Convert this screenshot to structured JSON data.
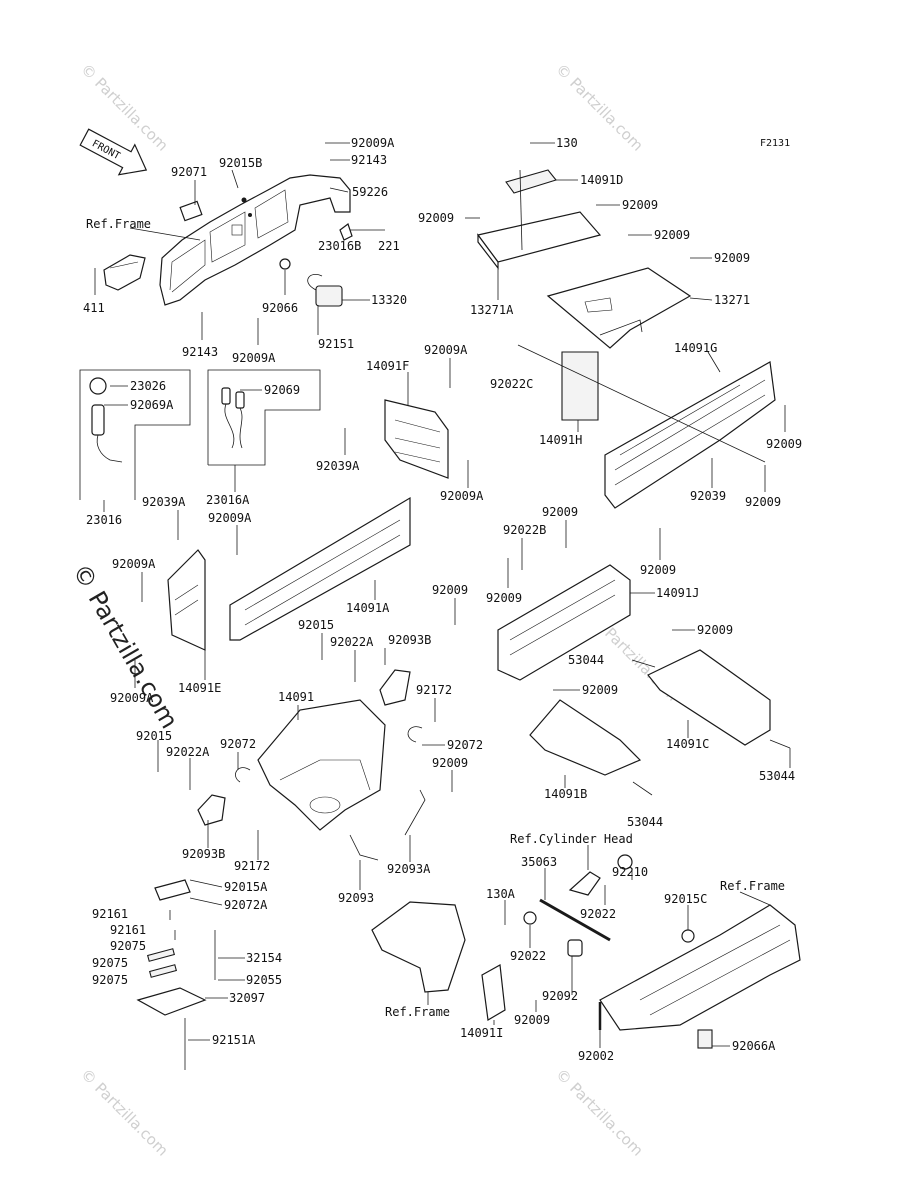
{
  "figure_code": "F2131",
  "front_label": "FRONT",
  "watermark": {
    "text": "© Partzilla.com",
    "side_text": "© Partzilla.com"
  },
  "labels": [
    {
      "id": "l01",
      "text": "92009A"
    },
    {
      "id": "l02",
      "text": "92143"
    },
    {
      "id": "l03",
      "text": "92071"
    },
    {
      "id": "l04",
      "text": "92015B"
    },
    {
      "id": "l05",
      "text": "59226"
    },
    {
      "id": "l06",
      "text": "Ref.Frame"
    },
    {
      "id": "l07",
      "text": "23016B"
    },
    {
      "id": "l08",
      "text": "221"
    },
    {
      "id": "l09",
      "text": "13320"
    },
    {
      "id": "l10",
      "text": "411"
    },
    {
      "id": "l11",
      "text": "92066"
    },
    {
      "id": "l12",
      "text": "92151"
    },
    {
      "id": "l13",
      "text": "92143"
    },
    {
      "id": "l14",
      "text": "92009A"
    },
    {
      "id": "l15",
      "text": "130"
    },
    {
      "id": "l16",
      "text": "14091D"
    },
    {
      "id": "l17",
      "text": "92009"
    },
    {
      "id": "l18",
      "text": "92009"
    },
    {
      "id": "l19",
      "text": "92009"
    },
    {
      "id": "l20",
      "text": "92009"
    },
    {
      "id": "l21",
      "text": "13271"
    },
    {
      "id": "l22",
      "text": "13271A"
    },
    {
      "id": "l23",
      "text": "23026"
    },
    {
      "id": "l24",
      "text": "92069A"
    },
    {
      "id": "l25",
      "text": "92069"
    },
    {
      "id": "l26",
      "text": "23016"
    },
    {
      "id": "l27",
      "text": "23016A"
    },
    {
      "id": "l28",
      "text": "14091F"
    },
    {
      "id": "l29",
      "text": "92009A"
    },
    {
      "id": "l30",
      "text": "92039A"
    },
    {
      "id": "l31",
      "text": "92009A"
    },
    {
      "id": "l32",
      "text": "92022C"
    },
    {
      "id": "l33",
      "text": "14091H"
    },
    {
      "id": "l34",
      "text": "14091G"
    },
    {
      "id": "l35",
      "text": "92009"
    },
    {
      "id": "l36",
      "text": "92039"
    },
    {
      "id": "l37",
      "text": "92009"
    },
    {
      "id": "l38",
      "text": "92039A"
    },
    {
      "id": "l39",
      "text": "92009A"
    },
    {
      "id": "l40",
      "text": "92009A"
    },
    {
      "id": "l41",
      "text": "14091A"
    },
    {
      "id": "l42",
      "text": "92009A"
    },
    {
      "id": "l43",
      "text": "14091E"
    },
    {
      "id": "l44",
      "text": "92009"
    },
    {
      "id": "l45",
      "text": "92022B"
    },
    {
      "id": "l46",
      "text": "92009"
    },
    {
      "id": "l47",
      "text": "92009"
    },
    {
      "id": "l48",
      "text": "14091J"
    },
    {
      "id": "l49",
      "text": "92009"
    },
    {
      "id": "l50",
      "text": "92015"
    },
    {
      "id": "l51",
      "text": "92022A"
    },
    {
      "id": "l52",
      "text": "92093B"
    },
    {
      "id": "l53",
      "text": "92172"
    },
    {
      "id": "l54",
      "text": "53044"
    },
    {
      "id": "l55",
      "text": "92009"
    },
    {
      "id": "l56",
      "text": "14091"
    },
    {
      "id": "l57",
      "text": "92072"
    },
    {
      "id": "l58",
      "text": "92009"
    },
    {
      "id": "l59",
      "text": "92015"
    },
    {
      "id": "l60",
      "text": "92022A"
    },
    {
      "id": "l61",
      "text": "92072"
    },
    {
      "id": "l62",
      "text": "92009"
    },
    {
      "id": "l63",
      "text": "14091C"
    },
    {
      "id": "l64",
      "text": "14091B"
    },
    {
      "id": "l65",
      "text": "53044"
    },
    {
      "id": "l66",
      "text": "53044"
    },
    {
      "id": "l67",
      "text": "92093B"
    },
    {
      "id": "l68",
      "text": "92172"
    },
    {
      "id": "l69",
      "text": "92093A"
    },
    {
      "id": "l70",
      "text": "92093"
    },
    {
      "id": "l71",
      "text": "Ref.Cylinder Head"
    },
    {
      "id": "l72",
      "text": "35063"
    },
    {
      "id": "l73",
      "text": "92210"
    },
    {
      "id": "l74",
      "text": "92015C"
    },
    {
      "id": "l75",
      "text": "Ref.Frame"
    },
    {
      "id": "l76",
      "text": "92015A"
    },
    {
      "id": "l77",
      "text": "92072A"
    },
    {
      "id": "l78",
      "text": "130A"
    },
    {
      "id": "l79",
      "text": "92022"
    },
    {
      "id": "l80",
      "text": "92161"
    },
    {
      "id": "l81",
      "text": "92161"
    },
    {
      "id": "l82",
      "text": "92075"
    },
    {
      "id": "l83",
      "text": "92075"
    },
    {
      "id": "l84",
      "text": "92075"
    },
    {
      "id": "l85",
      "text": "32154"
    },
    {
      "id": "l86",
      "text": "92055"
    },
    {
      "id": "l87",
      "text": "32097"
    },
    {
      "id": "l88",
      "text": "92022"
    },
    {
      "id": "l89",
      "text": "92092"
    },
    {
      "id": "l90",
      "text": "Ref.Frame"
    },
    {
      "id": "l91",
      "text": "14091I"
    },
    {
      "id": "l92",
      "text": "92009"
    },
    {
      "id": "l93",
      "text": "92002"
    },
    {
      "id": "l94",
      "text": "92066A"
    },
    {
      "id": "l95",
      "text": "92151A"
    }
  ]
}
